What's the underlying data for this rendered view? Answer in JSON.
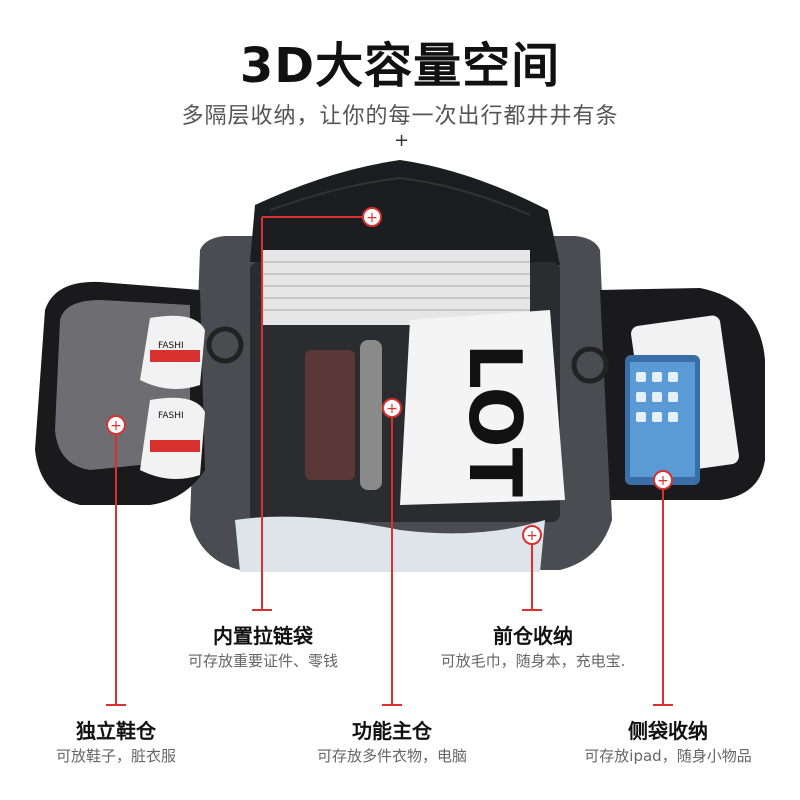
{
  "header": {
    "title": "3D大容量空间",
    "subtitle": "多隔层收纳，让你的每一次出行都井井有条"
  },
  "product_image": {
    "description_icon": "duffel-bag-image",
    "tag_text": "FASHI",
    "clothing_print": "LOT"
  },
  "callouts": {
    "inner_pocket": {
      "title": "内置拉链袋",
      "desc": "可存放重要证件、零钱"
    },
    "front_pocket": {
      "title": "前仓收纳",
      "desc": "可放毛巾，随身本，充电宝."
    },
    "shoe_compartment": {
      "title": "独立鞋仓",
      "desc": "可放鞋子，脏衣服"
    },
    "main_compartment": {
      "title": "功能主仓",
      "desc": "可存放多件衣物，电脑"
    },
    "side_pocket": {
      "title": "侧袋收纳",
      "desc": "可存放ipad，随身小物品"
    }
  },
  "colors": {
    "accent": "#d93030",
    "bag": "#4a4c52",
    "bag_dark": "#1c1d20"
  }
}
